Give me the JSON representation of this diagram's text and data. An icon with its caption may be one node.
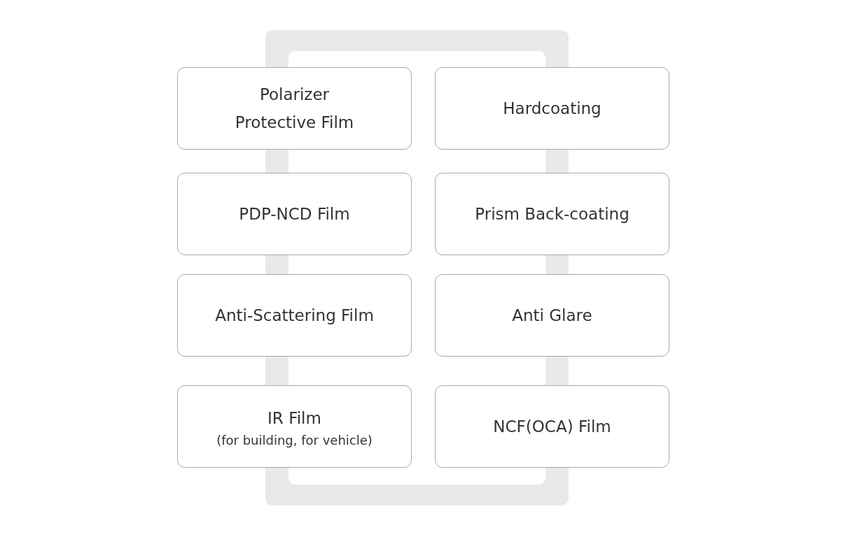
{
  "diagram": {
    "nodes": [
      {
        "text": [
          "Polarizer Protective Film"
        ]
      },
      {
        "text": [
          "Hardcoating"
        ]
      },
      {
        "text": [
          "PDP-NCD Film"
        ]
      },
      {
        "text": [
          "Prism Back-coating"
        ]
      },
      {
        "text": [
          "Anti-Scattering Film"
        ]
      },
      {
        "text": [
          "Anti Glare"
        ]
      },
      {
        "text": [
          "IR Film",
          "(for building, for vehicle)"
        ]
      },
      {
        "text": [
          "NCF(OCA) Film"
        ]
      }
    ]
  }
}
